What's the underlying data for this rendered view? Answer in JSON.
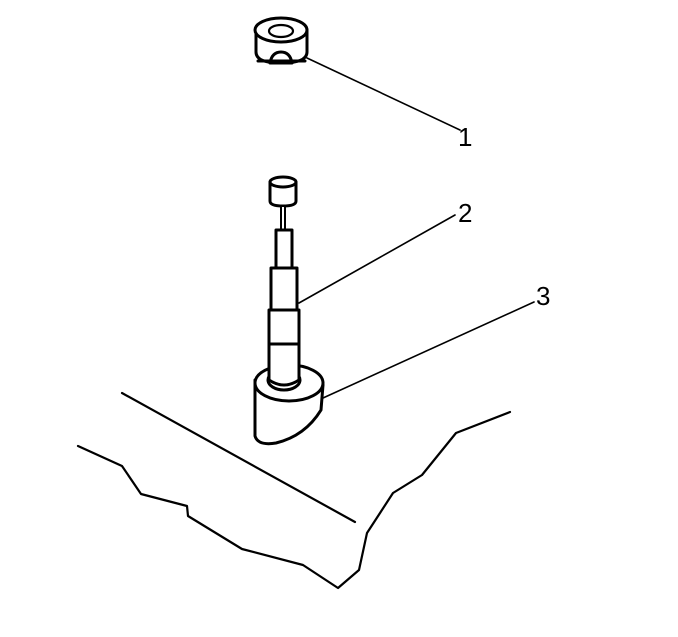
{
  "diagram": {
    "type": "parts-illustration",
    "background": "#ffffff",
    "line_color": "#000000",
    "callouts": [
      {
        "id": 1,
        "label": "1",
        "part": "cap-nut"
      },
      {
        "id": 2,
        "label": "2",
        "part": "rod-tool"
      },
      {
        "id": 3,
        "label": "3",
        "part": "cylindrical-base-adapter"
      }
    ]
  }
}
